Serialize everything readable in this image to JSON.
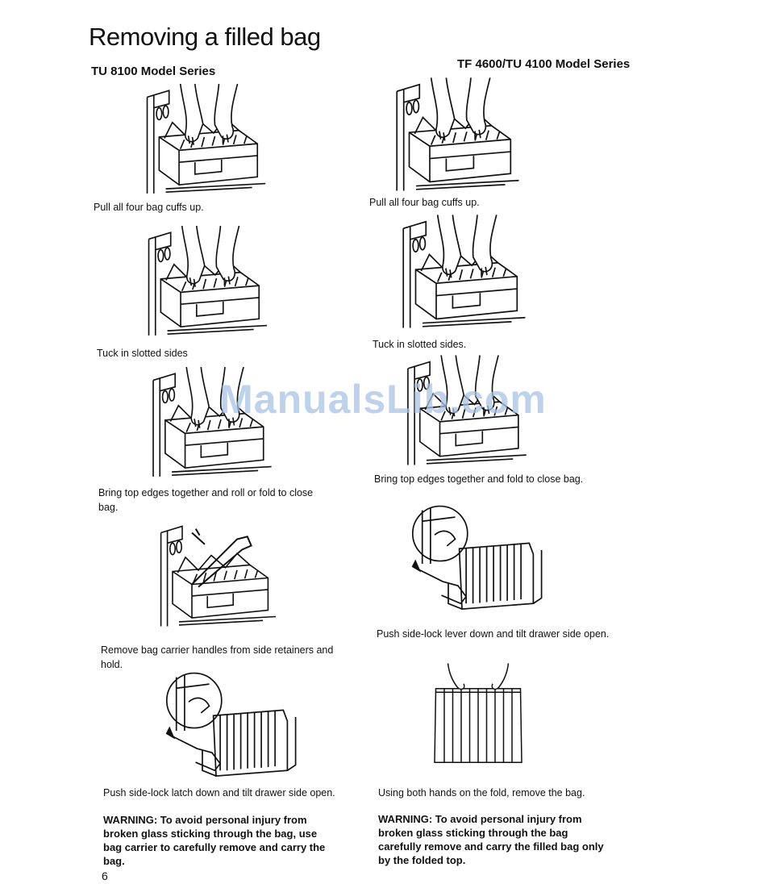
{
  "page": {
    "title": "Removing a filled bag",
    "page_number": "6",
    "watermark": "ManualsLib.com"
  },
  "left_column": {
    "heading": "TU 8100 Model Series",
    "steps": [
      {
        "caption": "Pull all four bag cuffs up."
      },
      {
        "caption": "Tuck in slotted sides"
      },
      {
        "caption": "Bring top edges together and roll or fold to close bag."
      },
      {
        "caption": "Remove bag carrier handles from side retainers and hold."
      },
      {
        "caption": "Push side-lock latch down and tilt drawer side open."
      }
    ],
    "warning": "WARNING: To avoid personal injury from broken glass sticking through the bag, use bag carrier to carefully remove and carry the bag."
  },
  "right_column": {
    "heading": "TF 4600/TU 4100 Model Series",
    "steps": [
      {
        "caption": "Pull all four bag cuffs up."
      },
      {
        "caption": "Tuck in slotted sides."
      },
      {
        "caption": "Bring top edges together and fold to close bag."
      },
      {
        "caption": "Push side-lock lever down and tilt drawer side open."
      },
      {
        "caption": "Using both hands on the fold, remove the bag."
      }
    ],
    "warning": "WARNING: To avoid personal injury from broken glass sticking through the bag carefully remove and carry the filled bag only by the folded top."
  },
  "illustrations": [
    {
      "name": "compactor-open-drawer",
      "hands": "pulling-cuffs"
    },
    {
      "name": "compactor-open-drawer",
      "hands": "tucking-sides"
    },
    {
      "name": "compactor-open-drawer",
      "hands": "folding-top"
    },
    {
      "name": "compactor-open-drawer",
      "hands": "holding-handles"
    },
    {
      "name": "compactor-tilted-drawer",
      "hands": "pushing-latch"
    },
    {
      "name": "filled-bag",
      "hands": "holding-fold"
    }
  ]
}
